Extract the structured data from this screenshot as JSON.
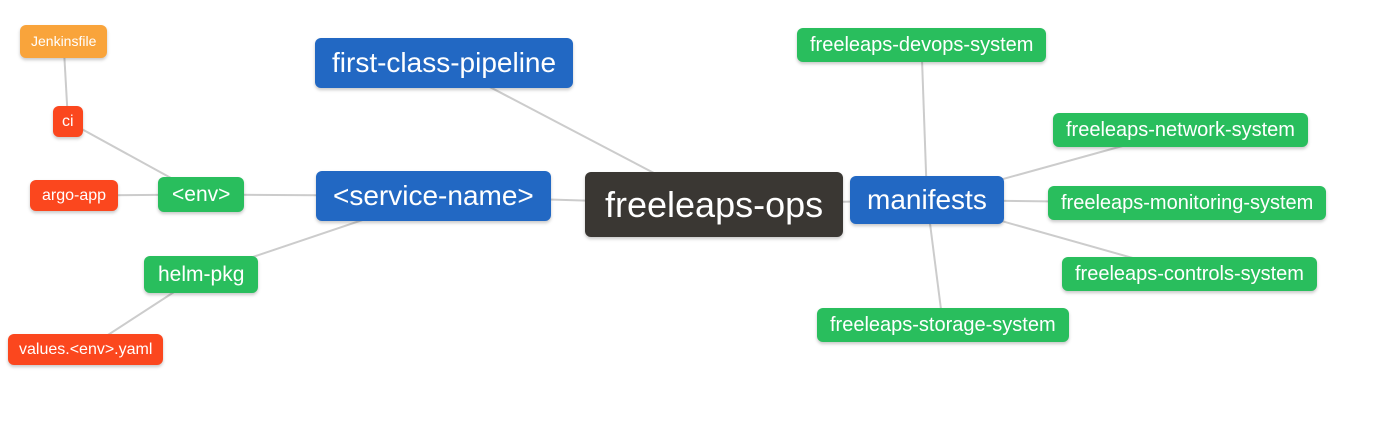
{
  "diagram": {
    "type": "mindmap",
    "canvas_bg": "#FFFFFF",
    "edge_color": "#CCCCCC",
    "palette": {
      "root_dark": "#3A3733",
      "branch_blue": "#2268C3",
      "leaf_green": "#29BE5D",
      "leaf_red": "#FB471E",
      "leaf_amber": "#F9A43B",
      "text_white": "#FFFFFF"
    },
    "nodes": [
      {
        "id": "jenkinsfile",
        "label": "Jenkinsfile",
        "color": "#F9A43B",
        "text_color": "#FFFFFF"
      },
      {
        "id": "ci",
        "label": "ci",
        "color": "#FB471E",
        "text_color": "#FFFFFF"
      },
      {
        "id": "argo-app",
        "label": "argo-app",
        "color": "#FB471E",
        "text_color": "#FFFFFF"
      },
      {
        "id": "env",
        "label": "<env>",
        "color": "#29BE5D",
        "text_color": "#FFFFFF"
      },
      {
        "id": "helm-pkg",
        "label": "helm-pkg",
        "color": "#29BE5D",
        "text_color": "#FFFFFF"
      },
      {
        "id": "values-env-yaml",
        "label": "values.<env>.yaml",
        "color": "#FB471E",
        "text_color": "#FFFFFF"
      },
      {
        "id": "first-class-pipeline",
        "label": "first-class-pipeline",
        "color": "#2268C3",
        "text_color": "#FFFFFF"
      },
      {
        "id": "service-name",
        "label": "<service-name>",
        "color": "#2268C3",
        "text_color": "#FFFFFF"
      },
      {
        "id": "freeleaps-ops",
        "label": "freeleaps-ops",
        "color": "#3A3733",
        "text_color": "#FFFFFF"
      },
      {
        "id": "manifests",
        "label": "manifests",
        "color": "#2268C3",
        "text_color": "#FFFFFF"
      },
      {
        "id": "devops-system",
        "label": "freeleaps-devops-system",
        "color": "#29BE5D",
        "text_color": "#FFFFFF"
      },
      {
        "id": "network-system",
        "label": "freeleaps-network-system",
        "color": "#29BE5D",
        "text_color": "#FFFFFF"
      },
      {
        "id": "monitoring-system",
        "label": "freeleaps-monitoring-system",
        "color": "#29BE5D",
        "text_color": "#FFFFFF"
      },
      {
        "id": "controls-system",
        "label": "freeleaps-controls-system",
        "color": "#29BE5D",
        "text_color": "#FFFFFF"
      },
      {
        "id": "storage-system",
        "label": "freeleaps-storage-system",
        "color": "#29BE5D",
        "text_color": "#FFFFFF"
      }
    ],
    "edges": [
      {
        "from": "jenkinsfile",
        "to": "ci"
      },
      {
        "from": "ci",
        "to": "env"
      },
      {
        "from": "argo-app",
        "to": "env"
      },
      {
        "from": "env",
        "to": "service-name"
      },
      {
        "from": "helm-pkg",
        "to": "service-name"
      },
      {
        "from": "values-env-yaml",
        "to": "helm-pkg"
      },
      {
        "from": "first-class-pipeline",
        "to": "freeleaps-ops"
      },
      {
        "from": "service-name",
        "to": "freeleaps-ops"
      },
      {
        "from": "freeleaps-ops",
        "to": "manifests"
      },
      {
        "from": "manifests",
        "to": "devops-system"
      },
      {
        "from": "manifests",
        "to": "network-system"
      },
      {
        "from": "manifests",
        "to": "monitoring-system"
      },
      {
        "from": "manifests",
        "to": "controls-system"
      },
      {
        "from": "manifests",
        "to": "storage-system"
      }
    ]
  }
}
